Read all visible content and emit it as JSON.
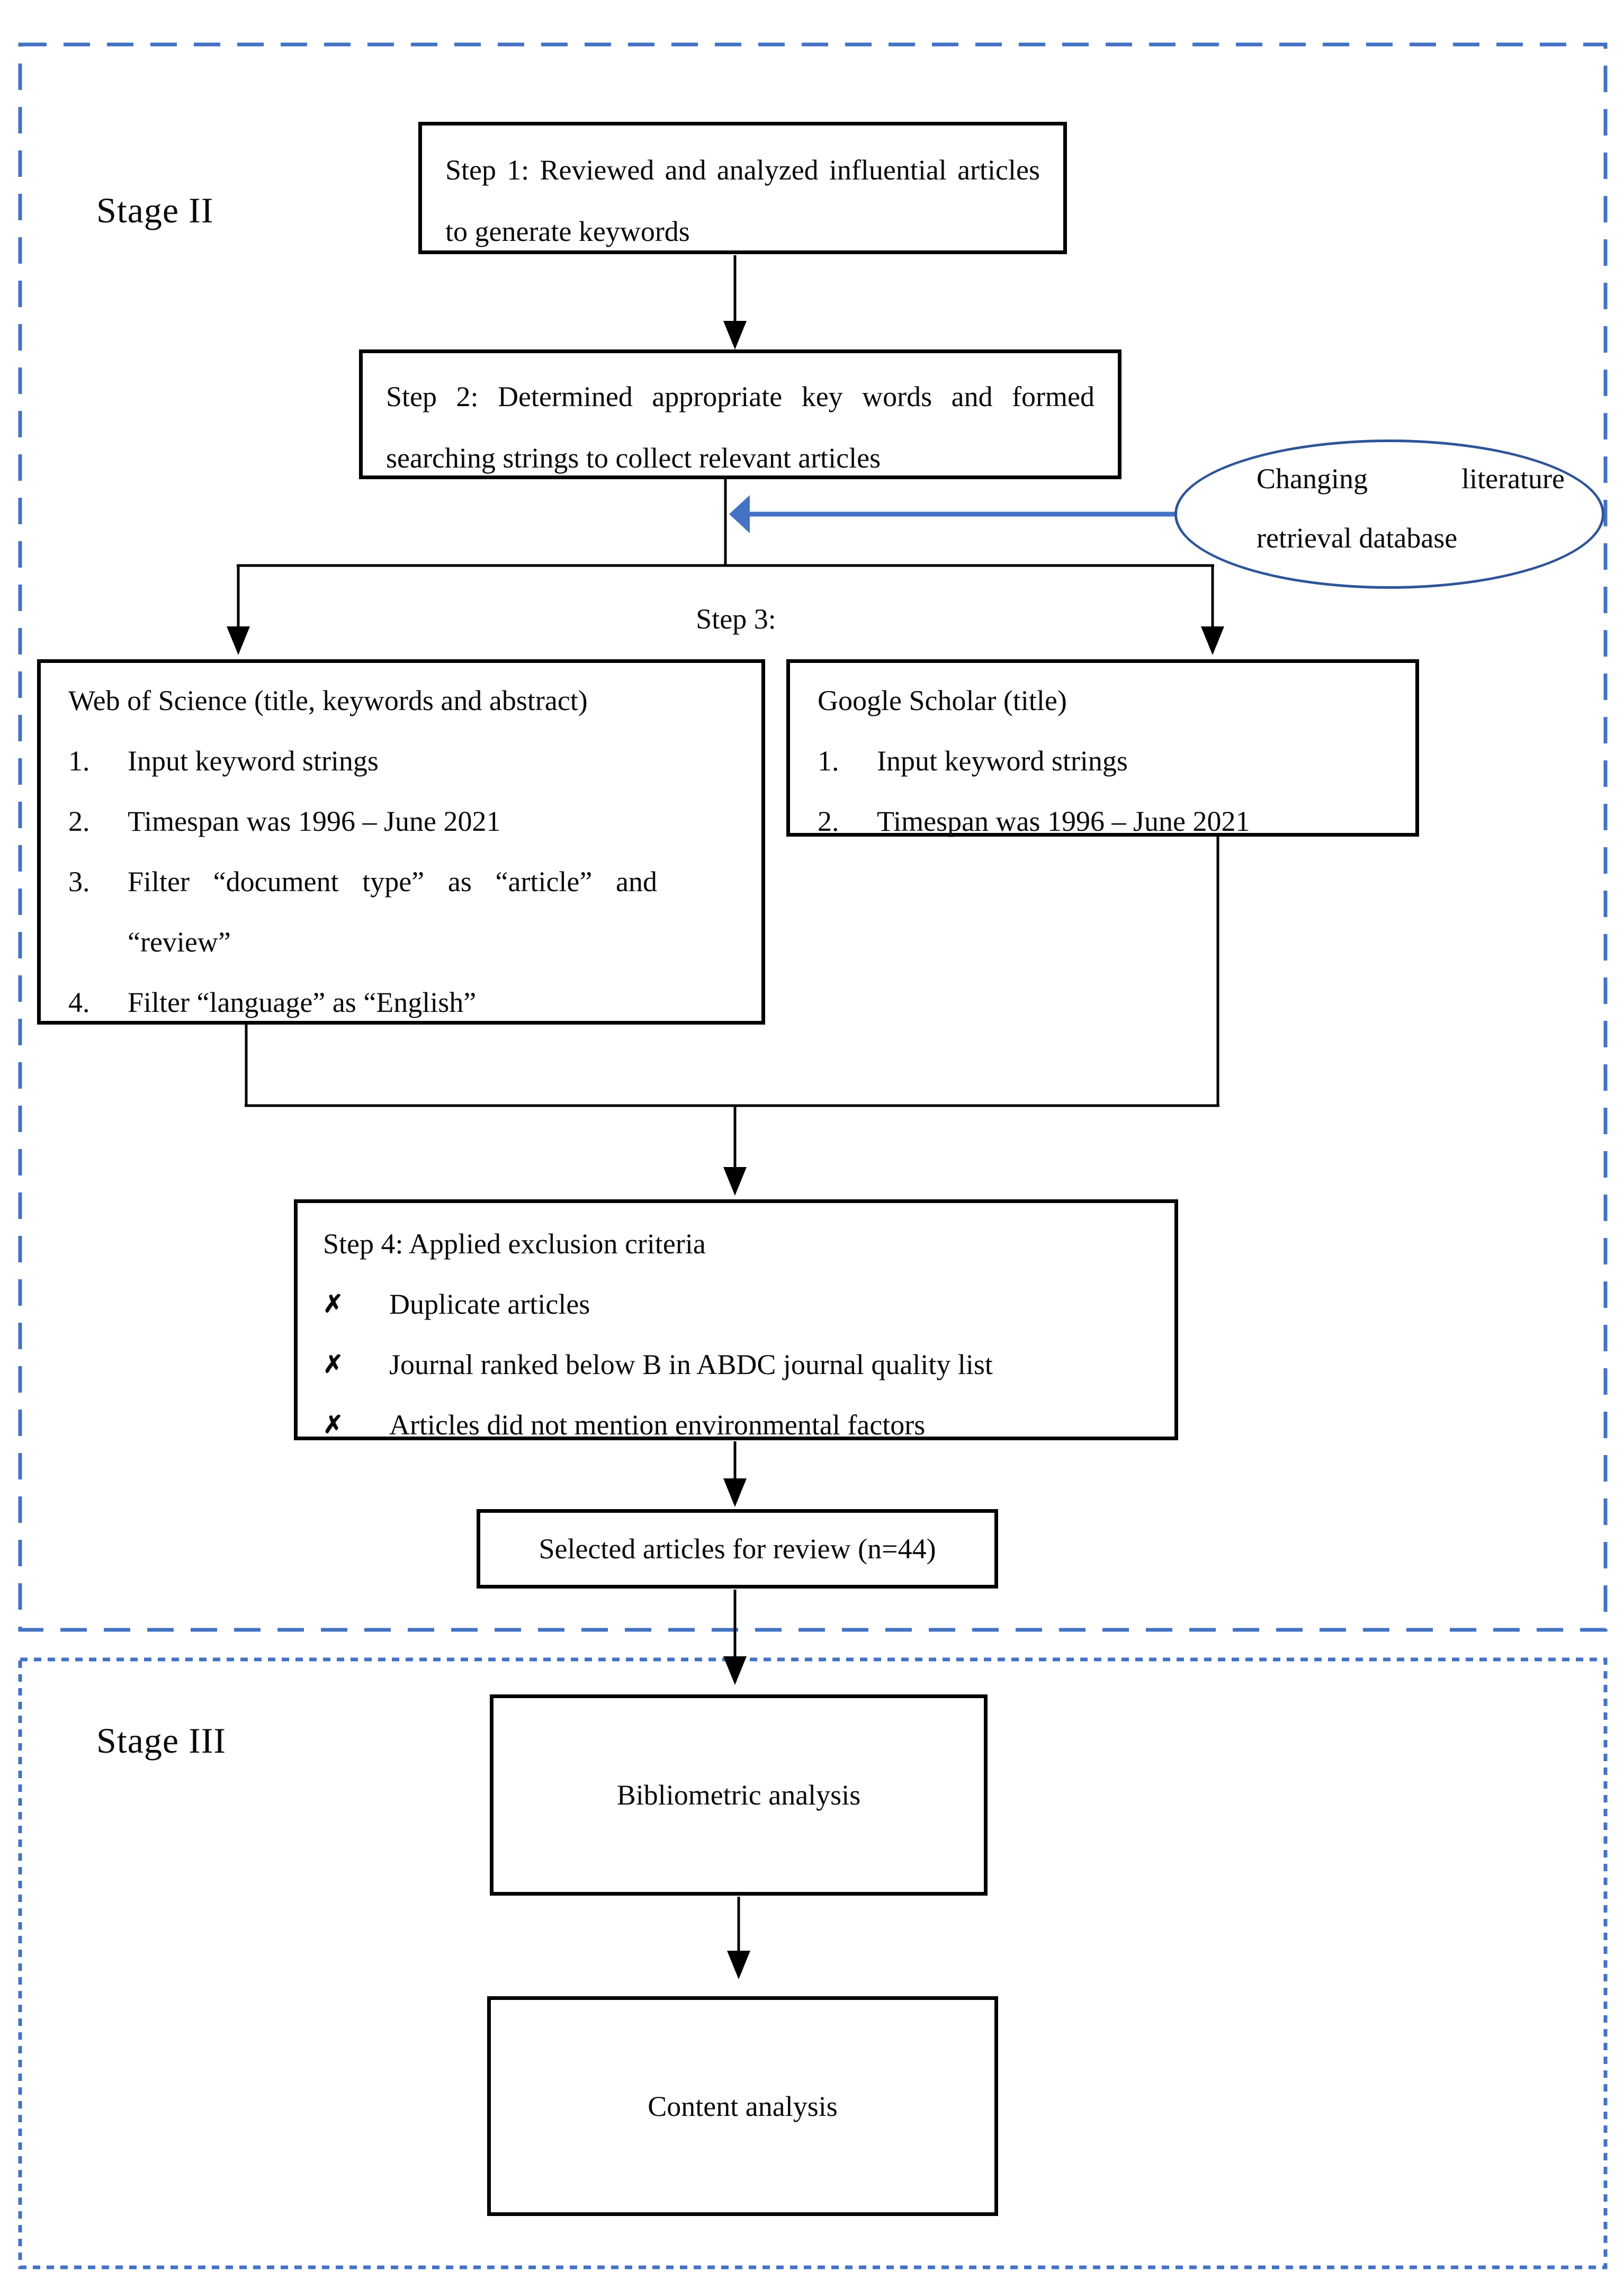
{
  "stage2": {
    "label": "Stage II",
    "step1_text": "Step 1: Reviewed and analyzed influential articles to generate keywords",
    "step2_text": "Step 2: Determined appropriate key words and formed searching strings to collect relevant articles",
    "annotation": {
      "line1": "Changing literature",
      "line2": "retrieval database"
    },
    "step3_label": "Step 3:",
    "wos": {
      "title": "Web of Science (title, keywords and abstract)",
      "nums": [
        "1.",
        "2.",
        "3.",
        "4."
      ],
      "items": [
        "Input keyword strings",
        "Timespan was 1996 – June 2021",
        "Filter “document type” as “article” and “review”",
        "Filter “language” as “English”"
      ]
    },
    "gs": {
      "title": "Google Scholar (title)",
      "nums": [
        "1.",
        "2."
      ],
      "items": [
        "Input keyword strings",
        "Timespan was 1996 – June 2021"
      ]
    },
    "step4": {
      "title": "Step 4: Applied exclusion criteria",
      "bullet": "✗",
      "items": [
        "Duplicate articles",
        "Journal ranked below B in ABDC journal quality list",
        "Articles did not mention environmental factors"
      ]
    },
    "selected_text": "Selected articles for review (n=44)"
  },
  "stage3": {
    "label": "Stage III",
    "box1": "Bibliometric analysis",
    "box2": "Content analysis"
  },
  "colors": {
    "dash_blue": "#4472C4",
    "ellipse_blue": "#2F5597",
    "arrow_blue": "#4472C4",
    "line_black": "#000000"
  }
}
